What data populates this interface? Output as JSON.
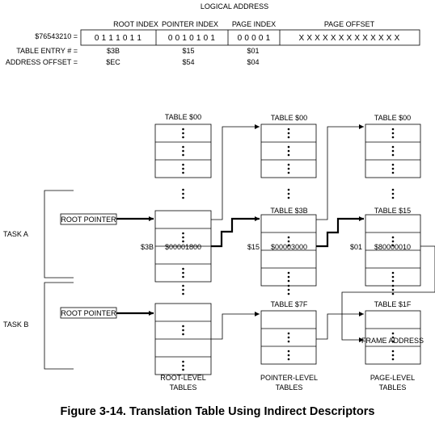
{
  "header": {
    "title": "LOGICAL ADDRESS",
    "address_label": "$76543210 =",
    "fields": [
      {
        "name": "ROOT INDEX",
        "bits": "0 1 1 1 0 1 1",
        "entry": "$3B",
        "offset": "$EC"
      },
      {
        "name": "POINTER INDEX",
        "bits": "0 0 1 0 1 0 1",
        "entry": "$15",
        "offset": "$54"
      },
      {
        "name": "PAGE INDEX",
        "bits": "0 0 0 0 1",
        "entry": "$01",
        "offset": "$04"
      },
      {
        "name": "PAGE OFFSET",
        "bits": "X X X X X X X X X X X X X",
        "entry": "",
        "offset": ""
      }
    ],
    "row_labels": {
      "entry": "TABLE ENTRY # =",
      "offset": "ADDRESS OFFSET ="
    }
  },
  "tasks": [
    "TASK A",
    "TASK B"
  ],
  "root_pointer_label": "ROOT POINTER",
  "tables": {
    "root_top": "TABLE $00",
    "ptr_top": "TABLE $00",
    "ptr_mid": "TABLE $3B",
    "ptr_bot": "TABLE $7F",
    "page_top": "TABLE $00",
    "page_mid": "TABLE $15",
    "page_bot": "TABLE $1F"
  },
  "entries": {
    "root": {
      "index": "$3B",
      "value": "$00001800"
    },
    "ptr": {
      "index": "$15",
      "value": "$00003000"
    },
    "page": {
      "index": "$01",
      "value": "$80000010"
    },
    "frame": "FRAME ADDRESS"
  },
  "columns": {
    "root": [
      "ROOT-LEVEL",
      "TABLES"
    ],
    "ptr": [
      "POINTER-LEVEL",
      "TABLES"
    ],
    "page": [
      "PAGE-LEVEL",
      "TABLES"
    ]
  },
  "caption": "Figure 3-14. Translation Table Using Indirect Descriptors"
}
